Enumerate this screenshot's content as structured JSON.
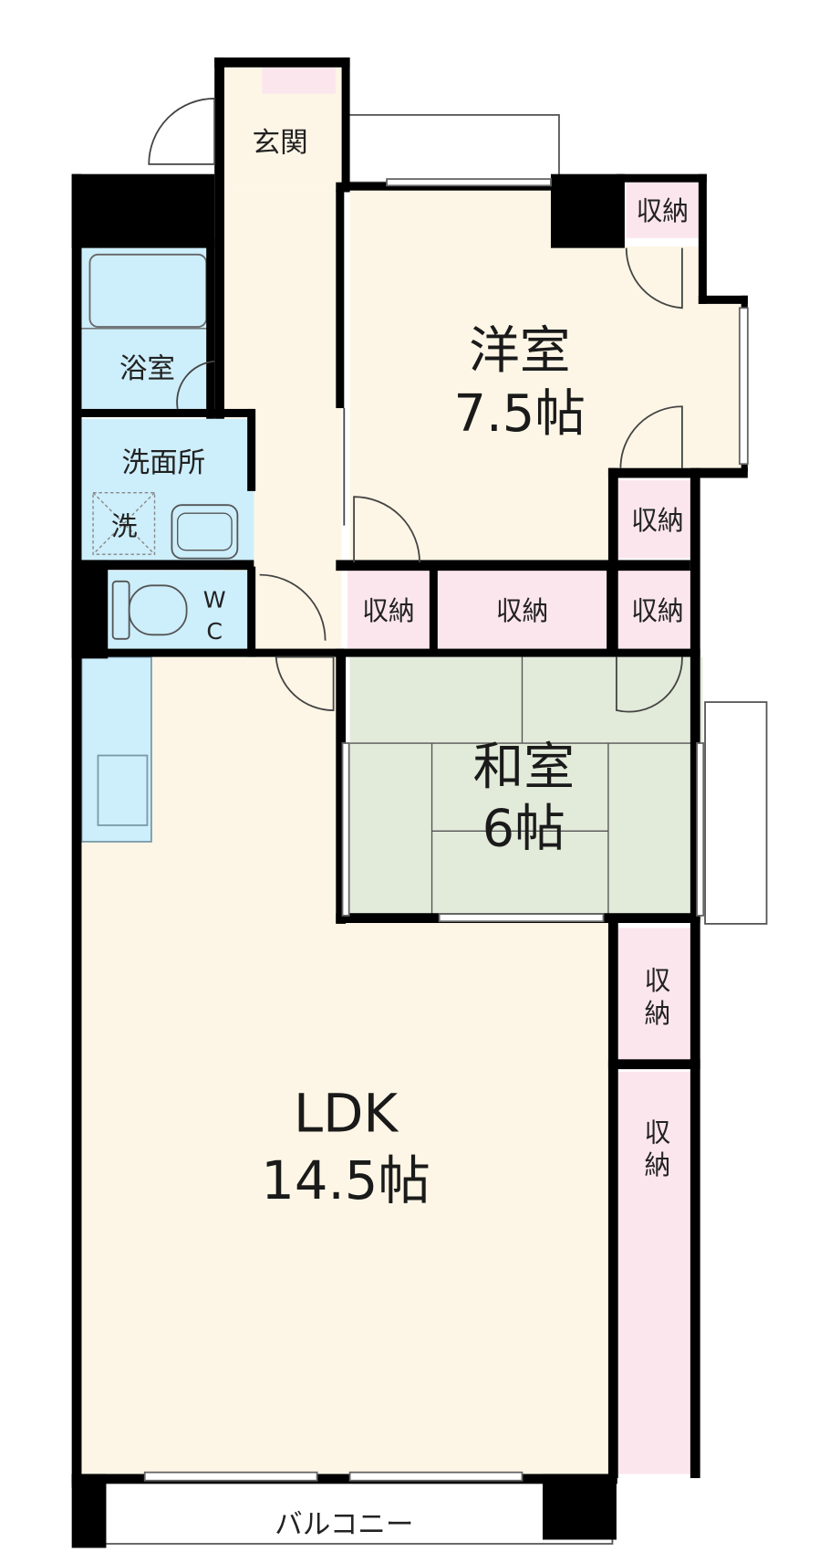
{
  "colors": {
    "wall": "#000000",
    "room": "#fdf6e6",
    "wet": "#cdeefb",
    "storage": "#fce6ee",
    "tatami": "#e2ead9",
    "genkan": "#fdf6e6"
  },
  "rooms": {
    "genkan": "玄関",
    "yoshitsu": {
      "name": "洋室",
      "size": "7.5帖"
    },
    "washitsu": {
      "name": "和室",
      "size": "6帖"
    },
    "ldk": {
      "name": "LDK",
      "size": "14.5帖"
    },
    "bath": "浴室",
    "washroom": "洗面所",
    "washer": "洗",
    "wc": {
      "w": "W",
      "c": "C"
    },
    "balcony": "バルコニー"
  },
  "storage": {
    "s1": "収納",
    "s2": "収納",
    "s3": "収納",
    "s4": "収納",
    "s5": "収納",
    "s6_top": "収",
    "s6_bottom": "納",
    "s7_top": "収",
    "s7_bottom": "納"
  }
}
